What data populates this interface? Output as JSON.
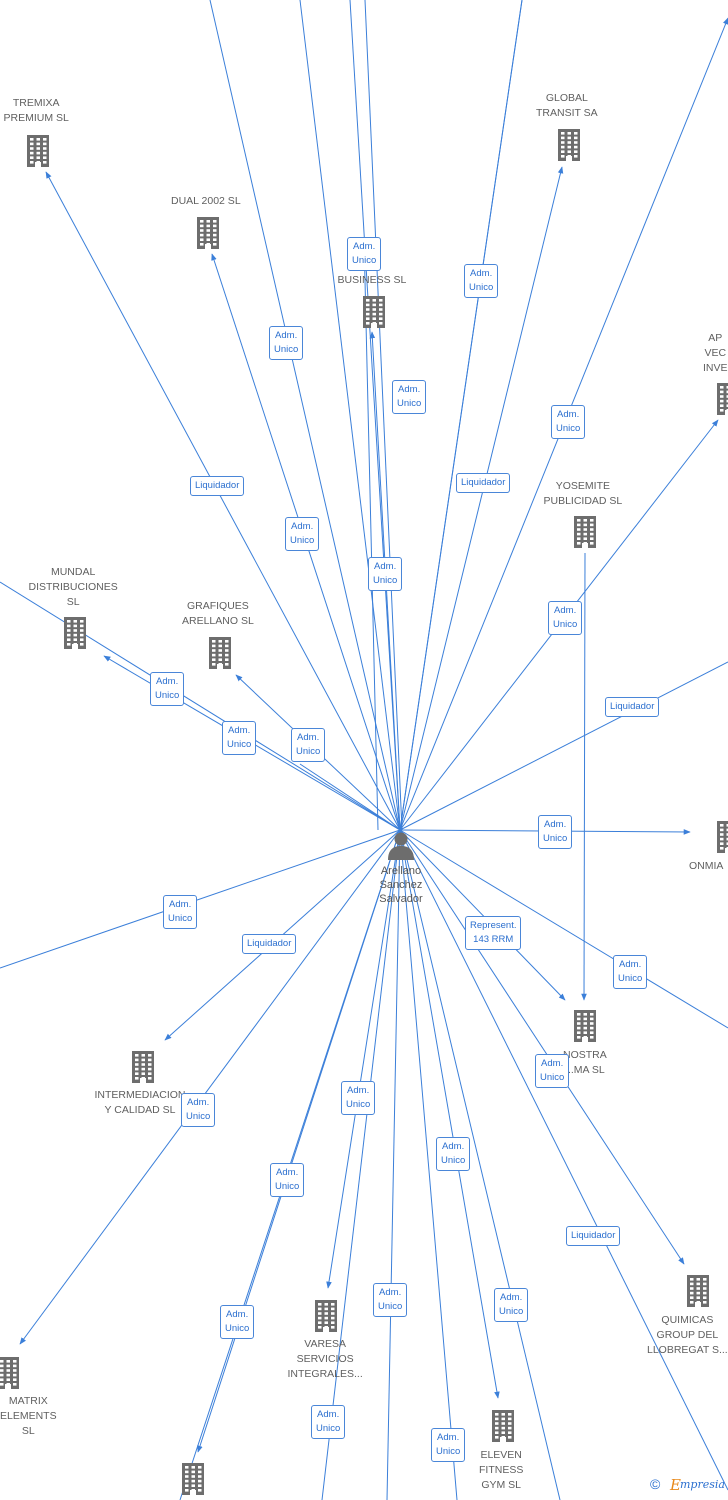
{
  "center": {
    "name": "Arellano Sanchez Salvador",
    "icon": "person-icon"
  },
  "nodes": [
    {
      "id": "tremixa",
      "name": "TREMIXA PREMIUM SL",
      "icon": "building-icon"
    },
    {
      "id": "dual2002",
      "name": "DUAL 2002 SL",
      "icon": "building-icon"
    },
    {
      "id": "business",
      "name": "...R BUSINESS SL",
      "icon": "building-icon"
    },
    {
      "id": "global",
      "name": "GLOBAL TRANSIT SA",
      "icon": "building-icon"
    },
    {
      "id": "apvec",
      "name": "AP... VEC... INVE...",
      "icon": "building-icon"
    },
    {
      "id": "yosemite",
      "name": "YOSEMITE PUBLICIDAD SL",
      "icon": "building-icon"
    },
    {
      "id": "mundal",
      "name": "MUNDAL DISTRIBUCIONES SL",
      "icon": "building-icon"
    },
    {
      "id": "grafiques",
      "name": "GRAFIQUES ARELLANO SL",
      "icon": "building-icon"
    },
    {
      "id": "onmia",
      "name": "ONMIA ...",
      "icon": "building-icon"
    },
    {
      "id": "nostra",
      "name": "NOSTRA ...MA SL",
      "icon": "building-icon"
    },
    {
      "id": "intermediacion",
      "name": "INTERMEDIACION Y CALIDAD SL",
      "icon": "building-icon"
    },
    {
      "id": "quimicas",
      "name": "QUIMICAS GROUP DEL LLOBREGAT S...",
      "icon": "building-icon"
    },
    {
      "id": "matrix",
      "name": "...MATRIX ...ELEMENTS SL",
      "icon": "building-icon"
    },
    {
      "id": "varesa",
      "name": "VARESA SERVICIOS INTEGRALES...",
      "icon": "building-icon"
    },
    {
      "id": "eleven",
      "name": "ELEVEN FITNESS GYM SL",
      "icon": "building-icon"
    },
    {
      "id": "bottom",
      "name": "",
      "icon": "building-icon"
    }
  ],
  "edge_labels": [
    "Adm. Unico",
    "Adm. Unico",
    "Adm. Unico",
    "Adm. Unico",
    "Adm. Unico",
    "Adm. Unico",
    "Adm. Unico",
    "Adm. Unico",
    "Adm. Unico",
    "Adm. Unico",
    "Liquidador",
    "Liquidador",
    "Liquidador",
    "Liquidador",
    "Liquidador",
    "Adm. Unico",
    "Adm. Unico",
    "Adm. Unico",
    "Adm. Unico",
    "Represent. 143 RRM",
    "Adm. Unico",
    "Adm. Unico",
    "Adm. Unico",
    "Adm. Unico",
    "Adm. Unico",
    "Adm. Unico",
    "Adm. Unico",
    "Adm. Unico",
    "Adm. Unico",
    "Adm. Unico"
  ],
  "footer": {
    "copyright": "©",
    "brand_initial": "E",
    "brand_rest": "mpresia"
  },
  "colors": {
    "edge": "#3b7fd9",
    "icon": "#6d6d6d",
    "label": "#2b6fcf"
  }
}
